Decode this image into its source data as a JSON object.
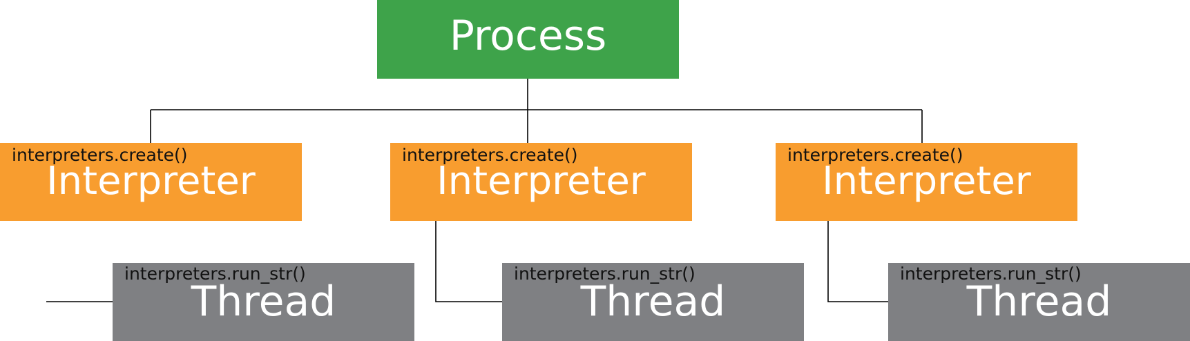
{
  "colors": {
    "process": "#3ea34a",
    "interpreter": "#f89d2f",
    "thread": "#7f8083",
    "connector": "#000000"
  },
  "process": {
    "label": "Process"
  },
  "interpreters": [
    {
      "call": "interpreters.create()",
      "label": "Interpreter"
    },
    {
      "call": "interpreters.create()",
      "label": "Interpreter"
    },
    {
      "call": "interpreters.create()",
      "label": "Interpreter"
    }
  ],
  "threads": [
    {
      "call": "interpreters.run_str()",
      "label": "Thread"
    },
    {
      "call": "interpreters.run_str()",
      "label": "Thread"
    },
    {
      "call": "interpreters.run_str()",
      "label": "Thread"
    }
  ]
}
